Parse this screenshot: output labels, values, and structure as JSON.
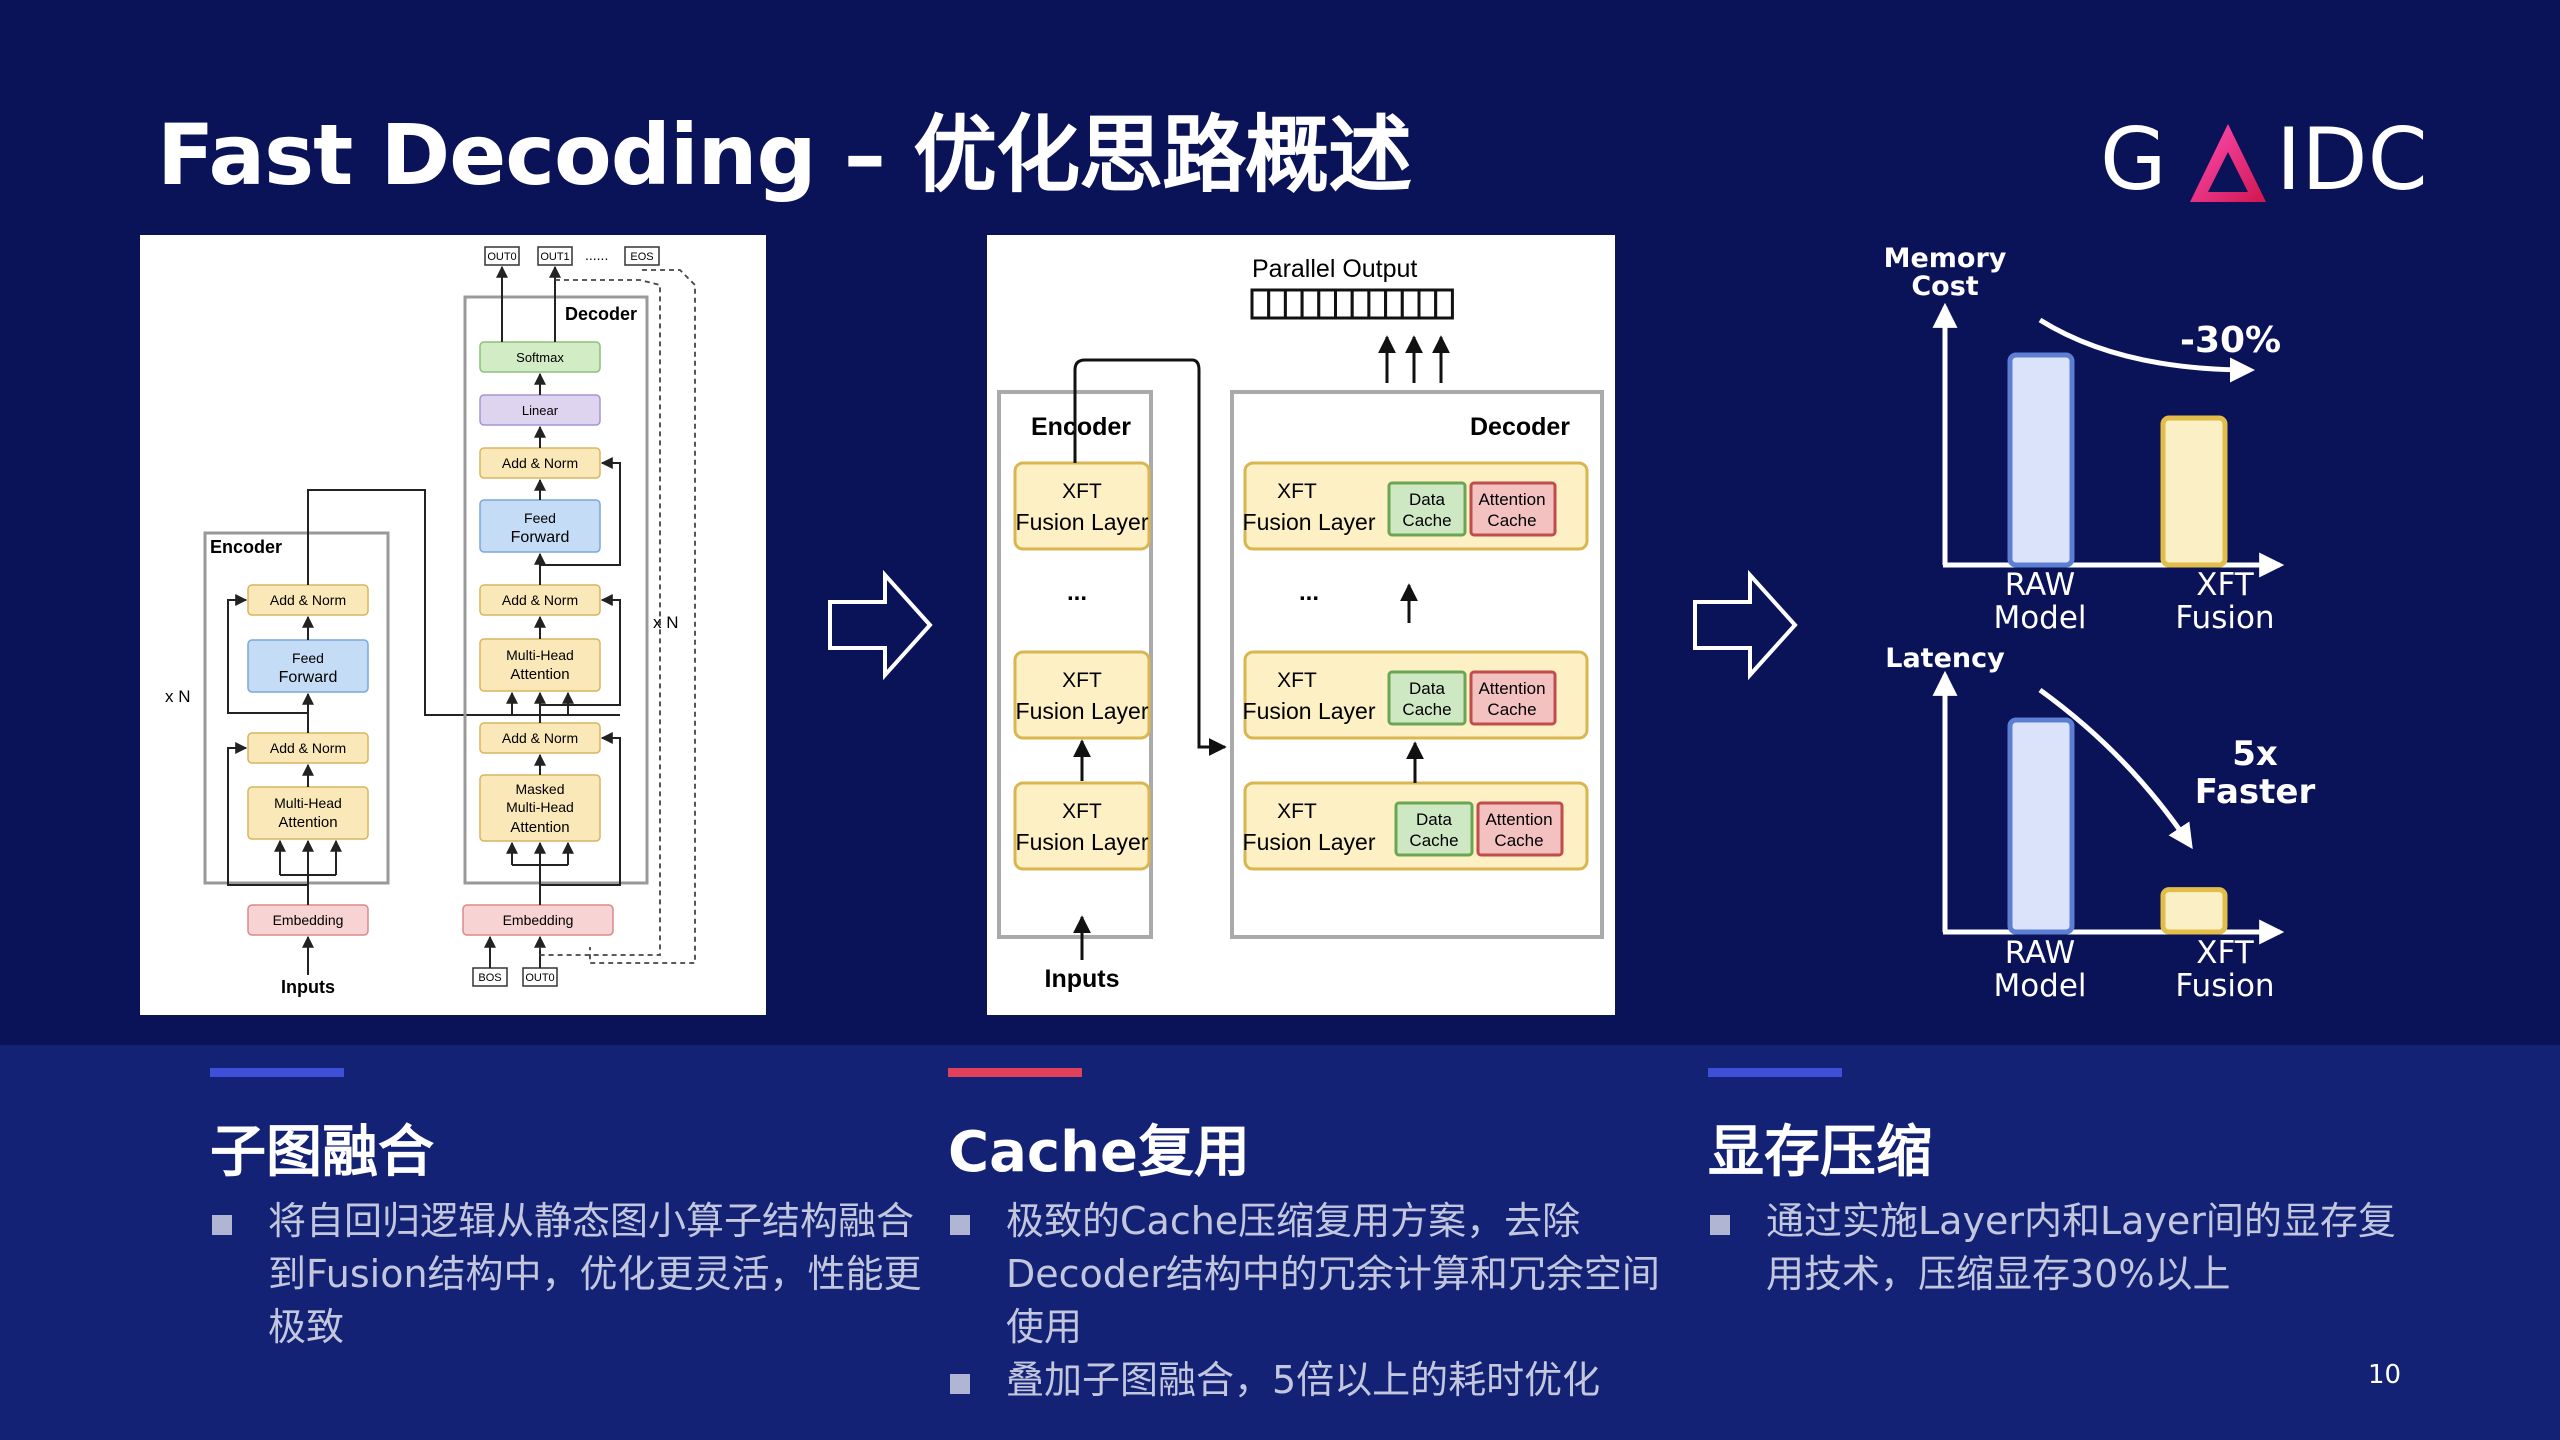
{
  "slide": {
    "title": "Fast Decoding – 优化思路概述",
    "logo": "GAIDC",
    "page_number": "10"
  },
  "diagram1": {
    "encoder": "Encoder",
    "decoder": "Decoder",
    "softmax": "Softmax",
    "linear": "Linear",
    "add_norm": "Add & Norm",
    "feed_forward_1": "Feed",
    "feed_forward_2": "Forward",
    "mha_1": "Multi-Head",
    "mha_2": "Attention",
    "masked_1": "Masked",
    "masked_2": "Multi-Head",
    "masked_3": "Attention",
    "embedding": "Embedding",
    "inputs": "Inputs",
    "repeat": "x N",
    "out0": "OUT0",
    "out1": "OUT1",
    "eos": "EOS",
    "dots": "......",
    "bos": "BOS"
  },
  "diagram2": {
    "parallel_output": "Parallel Output",
    "encoder": "Encoder",
    "decoder": "Decoder",
    "xft": "XFT",
    "fusion_layer": "Fusion Layer",
    "ellipsis": "...",
    "data": "Data",
    "cache": "Cache",
    "attention": "Attention",
    "inputs": "Inputs"
  },
  "charts": {
    "memory": {
      "ylabel_1": "Memory",
      "ylabel_2": "Cost",
      "annotation": "-30%",
      "raw_1": "RAW",
      "raw_2": "Model",
      "xft_1": "XFT",
      "xft_2": "Fusion",
      "raw_value": 1.0,
      "xft_value": 0.7
    },
    "latency": {
      "ylabel": "Latency",
      "annotation_1": "5x",
      "annotation_2": "Faster",
      "raw_1": "RAW",
      "raw_2": "Model",
      "xft_1": "XFT",
      "xft_2": "Fusion",
      "raw_value": 1.0,
      "xft_value": 0.2
    }
  },
  "columns": [
    {
      "accent": "#3e4fd8",
      "title": "子图融合",
      "bullets": [
        "将自回归逻辑从静态图小算子结构融合到Fusion结构中，优化更灵活，性能更极致"
      ]
    },
    {
      "accent": "#e0405a",
      "title": "Cache复用",
      "bullets": [
        "极致的Cache压缩复用方案，去除Decoder结构中的冗余计算和冗余空间使用",
        "叠加子图融合，5倍以上的耗时优化"
      ]
    },
    {
      "accent": "#3e4fd8",
      "title": "显存压缩",
      "bullets": [
        "通过实施Layer内和Layer间的显存复用技术，压缩显存30%以上"
      ]
    }
  ],
  "colors": {
    "background": "#0b1358",
    "bottom_band": "#142276",
    "xft_box": "#fdf0c4",
    "xft_border": "#d9b650",
    "data_cache": "#cfe8c4",
    "attention_cache": "#f4c1c1",
    "raw_bar": "#dbe3fb",
    "xft_bar": "#fbf0c5"
  }
}
